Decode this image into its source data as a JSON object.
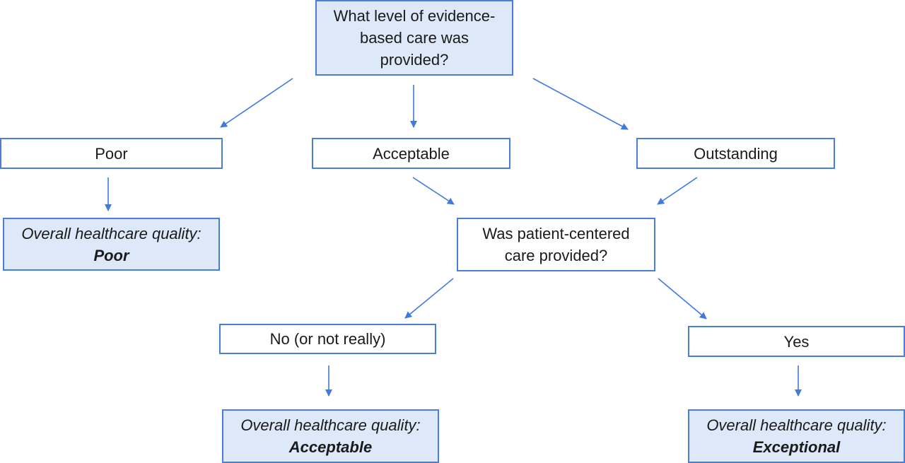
{
  "diagram": {
    "question1": "What level of evidence-based care was provided?",
    "options1": {
      "poor": "Poor",
      "acceptable": "Acceptable",
      "outstanding": "Outstanding"
    },
    "question2": "Was patient-centered care provided?",
    "options2": {
      "no": "No (or not really)",
      "yes": "Yes"
    },
    "outcomes": {
      "label": "Overall healthcare quality:",
      "poor": "Poor",
      "acceptable": "Acceptable",
      "exceptional": "Exceptional"
    }
  },
  "colors": {
    "border": "#4a7fd6",
    "arrow": "#3f7ae0",
    "shaded_fill": "#dde9f8"
  }
}
